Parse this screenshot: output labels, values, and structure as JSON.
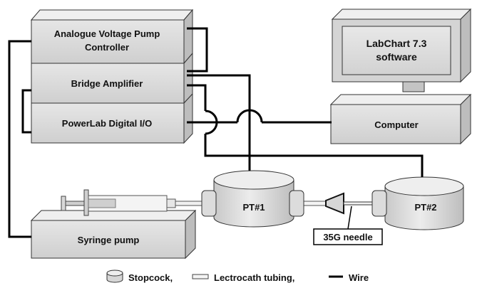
{
  "boxes": {
    "pump_controller": [
      "Analogue Voltage Pump",
      "Controller"
    ],
    "bridge_amplifier": "Bridge Amplifier",
    "powerlab": "PowerLab Digital I/O",
    "computer": "Computer",
    "syringe_pump": "Syringe pump"
  },
  "monitor": [
    "LabChart 7.3",
    "software"
  ],
  "transducers": {
    "pt1": "PT#1",
    "pt2": "PT#2"
  },
  "needle_label": "35G needle",
  "legend": {
    "stopcock": "Stopcock,",
    "tubing": "Lectrocath tubing,",
    "wire": "Wire"
  },
  "colors": {
    "box_face": "#d9d9d9",
    "box_top": "#ededed",
    "box_side": "#bfbfbf",
    "wire": "#000000"
  }
}
